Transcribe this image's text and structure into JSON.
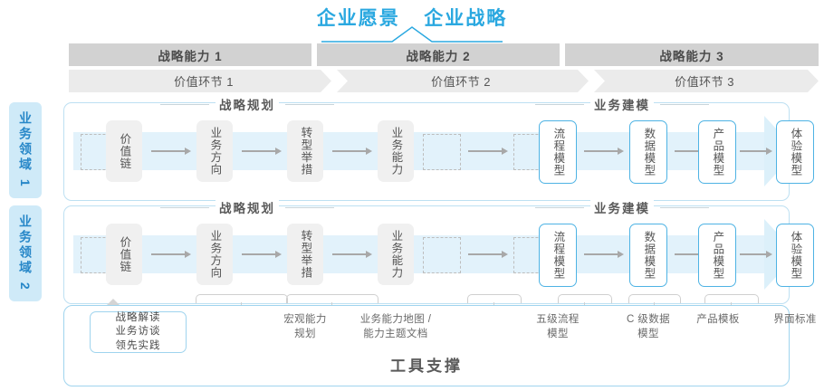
{
  "header": {
    "titles": [
      "企业愿景",
      "企业战略"
    ],
    "accent_color": "#2aa8e0"
  },
  "capabilities": [
    {
      "label": "战略能力 1"
    },
    {
      "label": "战略能力 2"
    },
    {
      "label": "战略能力 3"
    }
  ],
  "value_chain": [
    {
      "label": "价值环节 1"
    },
    {
      "label": "价值环节 2"
    },
    {
      "label": "价值环节 3"
    }
  ],
  "domains": [
    {
      "label": "业务领域 1"
    },
    {
      "label": "业务领域 2"
    }
  ],
  "sections": {
    "planning": "战略规划",
    "modeling": "业务建模"
  },
  "nodes": {
    "planning": [
      "价值链",
      "业务方向",
      "转型举措",
      "业务能力"
    ],
    "modeling": [
      "流程模型",
      "数据模型",
      "产品模型",
      "体验模型"
    ]
  },
  "tools": {
    "title": "工具支撑",
    "box": "战略解读\n业务访谈\n领先实践",
    "box_lines": [
      "战略解读",
      "业务访谈",
      "领先实践"
    ],
    "labels": [
      "宏观能力\n规划",
      "业务能力地图 /\n能力主题文档",
      "五级流程\n模型",
      "C 级数据\n模型",
      "产品模板",
      "界面标准"
    ]
  },
  "colors": {
    "accent": "#2aa8e0",
    "node_blue_border": "#4eb3e4",
    "band": "#e2f2fb",
    "domain_bg": "#cfeaf8",
    "domain_text": "#2787c8",
    "cap_bar": "#d2d2d2",
    "vc_bar": "#ebebeb"
  }
}
